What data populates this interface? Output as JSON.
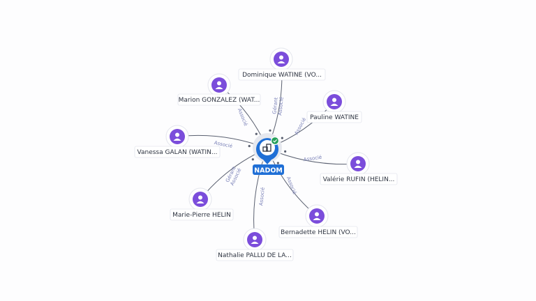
{
  "center": {
    "name": "NADOM",
    "color": "#1f6fd6",
    "badge_color": "#26a05a",
    "icon": "building-icon"
  },
  "people": [
    {
      "name": "Dominique WATINE (VO...",
      "roles": [
        "Gérant",
        "Associé"
      ]
    },
    {
      "name": "Marion GONZALEZ (WAT...",
      "roles": [
        "Associé"
      ]
    },
    {
      "name": "Pauline WATINE",
      "roles": [
        "Associé"
      ]
    },
    {
      "name": "Vanessa GALAN (WATIN...",
      "roles": [
        "Associé"
      ]
    },
    {
      "name": "Valérie RUFIN (HELIN...",
      "roles": [
        "Associé"
      ]
    },
    {
      "name": "Marie-Pierre HELIN",
      "roles": [
        "Gérant",
        "Associé"
      ]
    },
    {
      "name": "Bernadette HELIN (VO...",
      "roles": [
        "Associé"
      ]
    },
    {
      "name": "Nathalie PALLU DE LA...",
      "roles": [
        "Associé"
      ]
    }
  ],
  "person_icon": "person-icon",
  "colors": {
    "avatar": "#7b4ddb",
    "edge": "#5a6070",
    "edge_label": "#7b82b8"
  }
}
